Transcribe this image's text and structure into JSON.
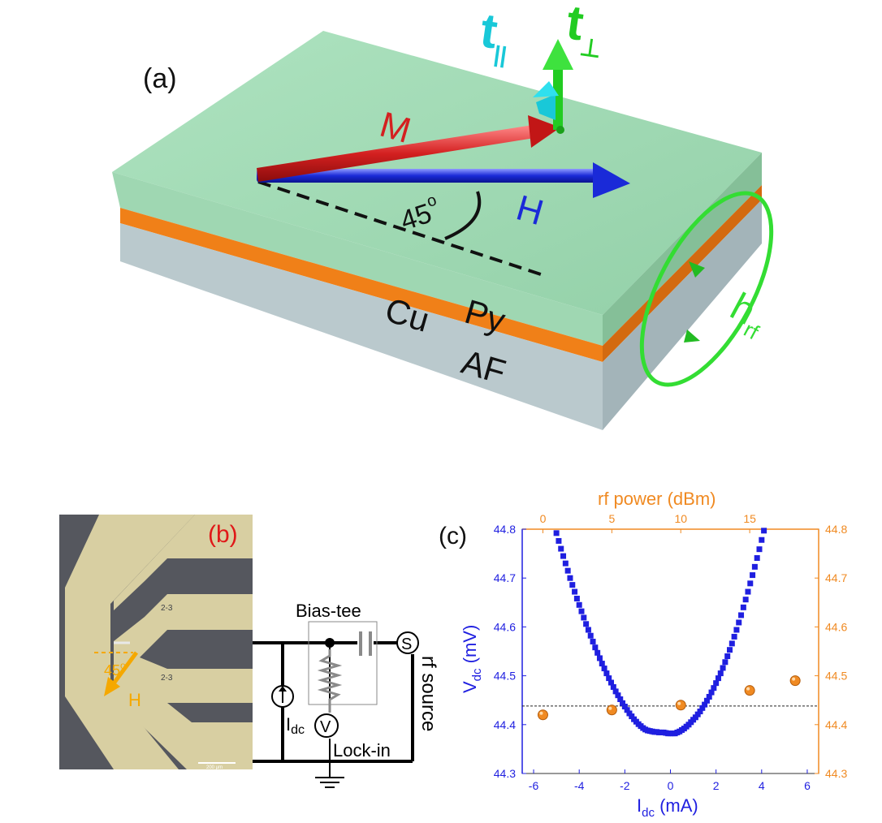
{
  "panel_a": {
    "label": "(a)",
    "t_parallel": "t",
    "t_parallel_sub": "||",
    "t_perp": "t",
    "t_perp_sub": "⊥",
    "m_label": "M",
    "h_label": "H",
    "angle_label": "45",
    "angle_degree": "o",
    "h_rf": "h",
    "h_rf_sub": "rf",
    "layer_cu": "Cu",
    "layer_py": "Py",
    "layer_af": "AF",
    "colors": {
      "top": "#a3dcb5",
      "orange": "#f08018",
      "bottom": "#b9c8cc",
      "m": "#d42020",
      "h": "#1a2ad8",
      "t_par": "#19c8d8",
      "t_perp": "#22cc22",
      "h_rf": "#33dd33"
    }
  },
  "panel_b": {
    "label": "(b)",
    "angle_label": "45",
    "angle_degree": "o",
    "h_label": "H",
    "chip_text_top": "2-3",
    "chip_text_bottom": "2-3",
    "scale_text": "200 μm",
    "bias_tee": "Bias-tee",
    "source_symbol": "S",
    "rf_source": "rf source",
    "idc": "I",
    "idc_sub": "dc",
    "voltmeter": "V",
    "lock_in": "Lock-in"
  },
  "chart_data": {
    "label": "(c)",
    "type": "scatter",
    "xlabel_main": "I",
    "xlabel_sub": "dc",
    "xlabel_unit": " (mA)",
    "ylabel_main": "V",
    "ylabel_sub": "dc",
    "ylabel_unit": " (mV)",
    "top_xlabel": "rf power (dBm)",
    "xlim": [
      -6.5,
      6.5
    ],
    "ylim": [
      44.3,
      44.8
    ],
    "x_ticks": [
      -6,
      -4,
      -2,
      0,
      2,
      4,
      6
    ],
    "y_ticks": [
      44.3,
      44.4,
      44.5,
      44.6,
      44.7,
      44.8
    ],
    "top_lim": [
      -1.5,
      20
    ],
    "top_ticks": [
      0,
      5,
      10,
      15
    ],
    "reference_line_y": 44.438,
    "series": [
      {
        "color": "#1f1fe0",
        "x": [
          -5.0,
          -4.9,
          -4.8,
          -4.7,
          -4.6,
          -4.5,
          -4.4,
          -4.3,
          -4.2,
          -4.1,
          -4.0,
          -3.9,
          -3.8,
          -3.7,
          -3.6,
          -3.5,
          -3.4,
          -3.3,
          -3.2,
          -3.1,
          -3.0,
          -2.9,
          -2.8,
          -2.7,
          -2.6,
          -2.5,
          -2.4,
          -2.3,
          -2.2,
          -2.1,
          -2.0,
          -1.9,
          -1.8,
          -1.7,
          -1.6,
          -1.5,
          -1.4,
          -1.3,
          -1.2,
          -1.1,
          -1.0,
          -0.9,
          -0.8,
          -0.7,
          -0.6,
          -0.5,
          -0.4,
          -0.3,
          -0.2,
          -0.1,
          0.0,
          0.1,
          0.2,
          0.3,
          0.4,
          0.5,
          0.6,
          0.7,
          0.8,
          0.9,
          1.0,
          1.1,
          1.2,
          1.3,
          1.4,
          1.5,
          1.6,
          1.7,
          1.8,
          1.9,
          2.0,
          2.1,
          2.2,
          2.3,
          2.4,
          2.5,
          2.6,
          2.7,
          2.8,
          2.9,
          3.0,
          3.1,
          3.2,
          3.3,
          3.4,
          3.5,
          3.6,
          3.7,
          3.8,
          3.9,
          4.0,
          4.1,
          4.2,
          4.3,
          4.4
        ],
        "y": [
          44.792,
          44.776,
          44.76,
          44.745,
          44.73,
          44.715,
          44.7,
          44.686,
          44.672,
          44.658,
          44.645,
          44.632,
          44.619,
          44.606,
          44.594,
          44.582,
          44.57,
          44.558,
          44.547,
          44.536,
          44.525,
          44.515,
          44.505,
          44.495,
          44.486,
          44.477,
          44.468,
          44.46,
          44.452,
          44.444,
          44.437,
          44.43,
          44.423,
          44.417,
          44.411,
          44.406,
          44.401,
          44.397,
          44.393,
          44.39,
          44.388,
          44.387,
          44.386,
          44.385,
          44.385,
          44.384,
          44.384,
          44.384,
          44.383,
          44.382,
          44.382,
          44.382,
          44.382,
          44.384,
          44.386,
          44.389,
          44.392,
          44.396,
          44.4,
          44.405,
          44.41,
          44.415,
          44.421,
          44.427,
          44.434,
          44.441,
          44.449,
          44.457,
          44.466,
          44.475,
          44.485,
          44.495,
          44.505,
          44.516,
          44.528,
          44.54,
          44.553,
          44.566,
          44.58,
          44.594,
          44.609,
          44.624,
          44.64,
          44.656,
          44.672,
          44.689,
          44.706,
          44.723,
          44.741,
          44.759,
          44.778,
          44.797,
          44.816,
          44.836,
          44.856
        ]
      },
      {
        "color": "#f08a22",
        "x": [
          0,
          5,
          10,
          15,
          18.3
        ],
        "y": [
          44.42,
          44.43,
          44.44,
          44.47,
          44.49
        ]
      }
    ]
  }
}
